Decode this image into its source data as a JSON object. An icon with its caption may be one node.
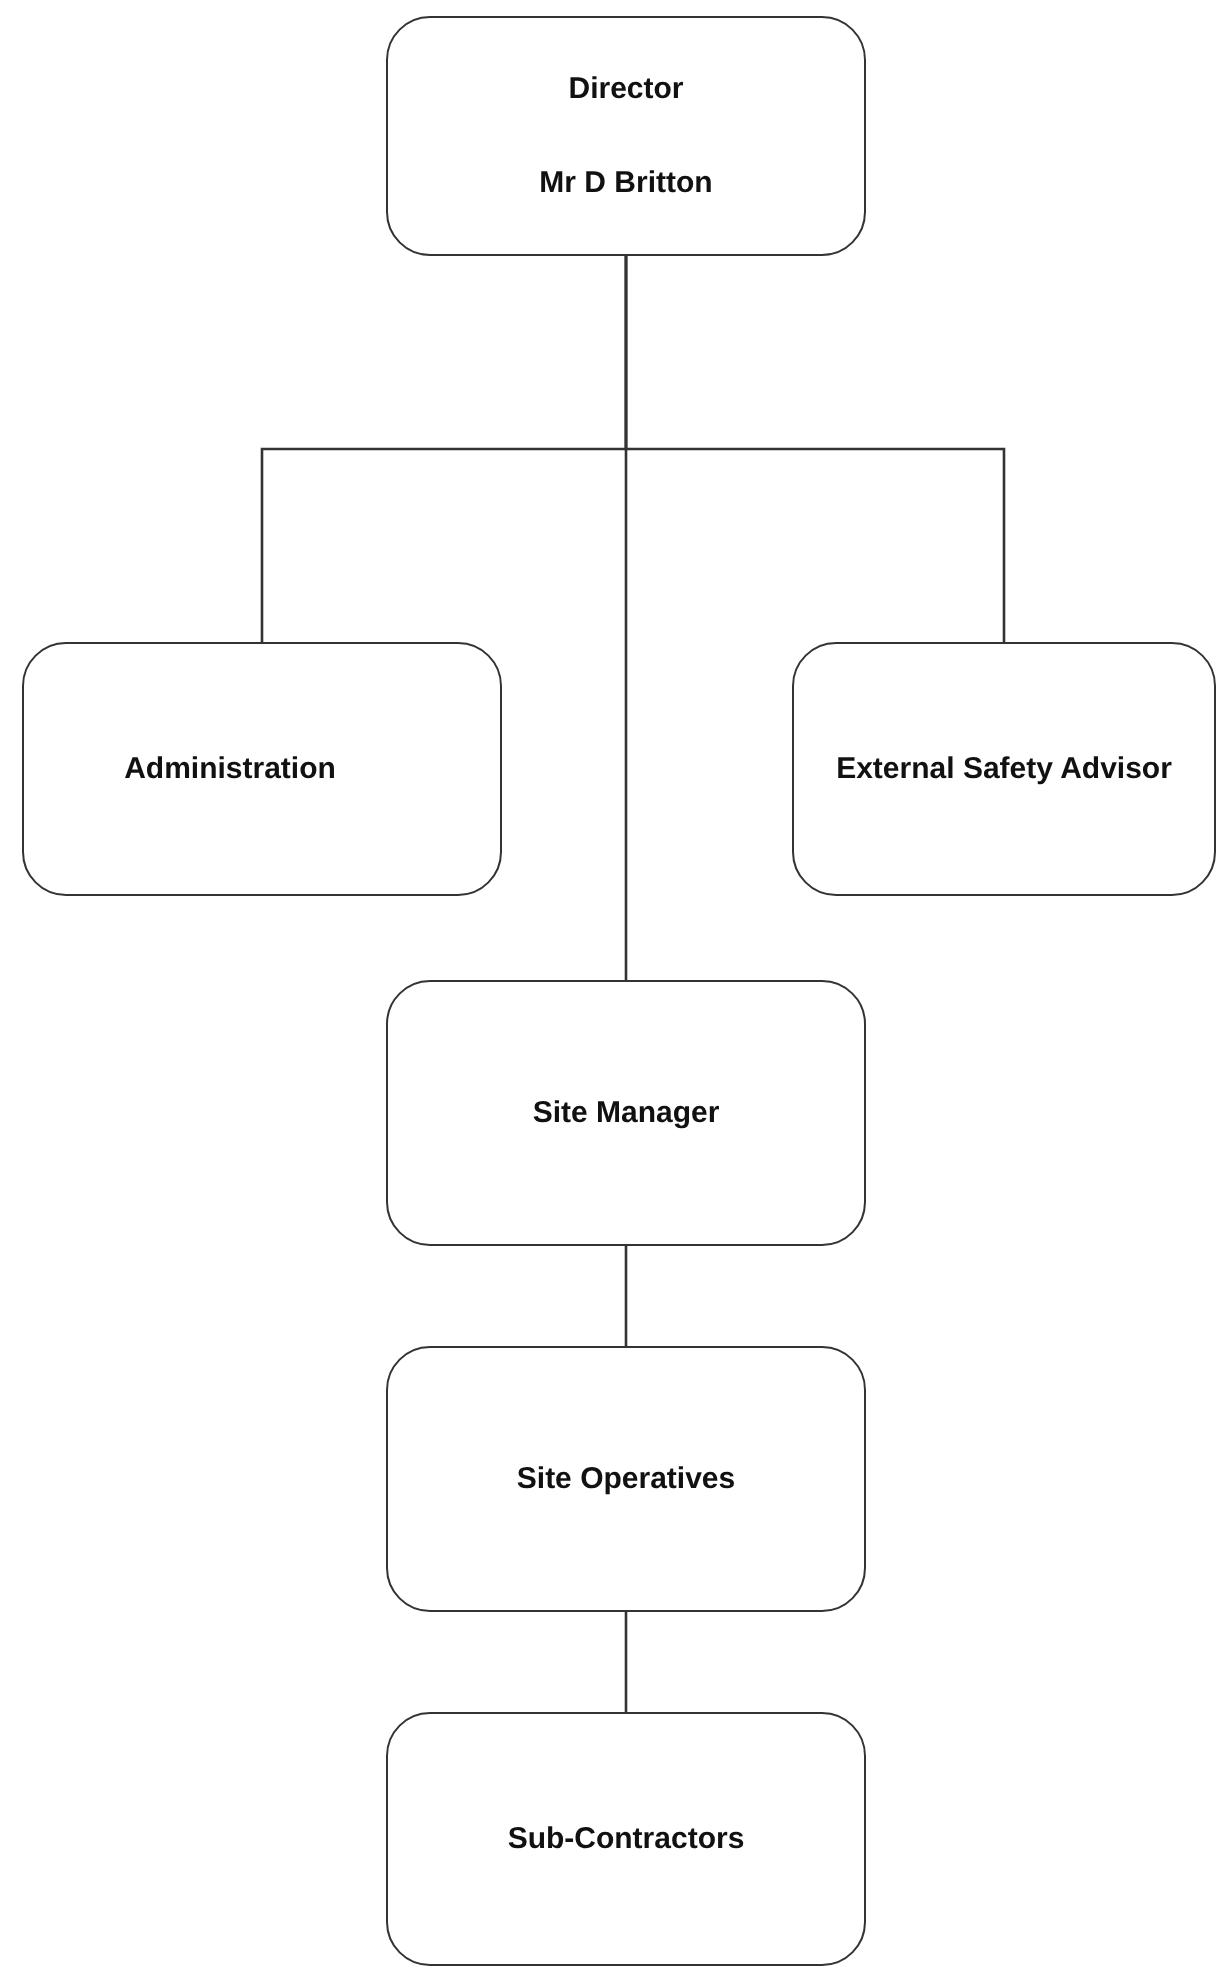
{
  "diagram": {
    "nodes": [
      {
        "text": [
          "Director",
          "Mr D Britton"
        ]
      },
      {
        "text": [
          "Administration"
        ]
      },
      {
        "text": [
          "External Safety Advisor"
        ]
      },
      {
        "text": [
          "Site Manager"
        ]
      },
      {
        "text": [
          "Site Operatives"
        ]
      },
      {
        "text": [
          "Sub-Contractors"
        ]
      }
    ],
    "edges": [
      {
        "from": 0,
        "to": 1,
        "arrow": "none"
      },
      {
        "from": 0,
        "to": 2,
        "arrow": "none"
      },
      {
        "from": 0,
        "to": 3,
        "arrow": "none"
      },
      {
        "from": 3,
        "to": 4,
        "arrow": "none"
      },
      {
        "from": 4,
        "to": 5,
        "arrow": "none"
      }
    ]
  }
}
